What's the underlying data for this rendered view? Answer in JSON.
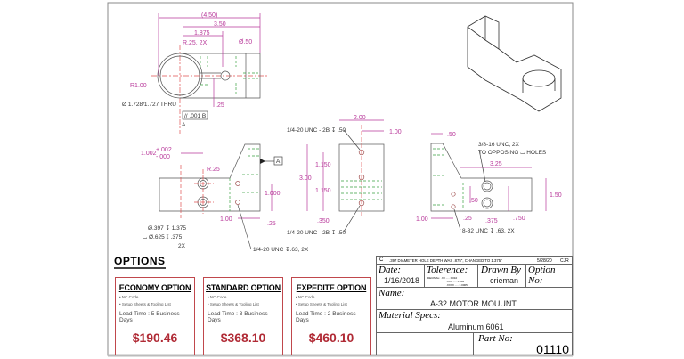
{
  "drawing": {
    "top_view": {
      "d450": "(4.50)",
      "d350": "3.50",
      "d1875": "1.875",
      "r25": "R.25, 2X",
      "d50": "Ø.50",
      "r100": "R1.00",
      "bore": "Ø 1.728/1.727 THRU",
      "d25": ".25",
      "fcf": "// .001 B",
      "datum_a": "A"
    },
    "front_view": {
      "d1002": "1.002",
      "tol_plus": "+.002",
      "tol_minus": "-.000",
      "r25": "R.25",
      "datum": "A",
      "d1000": "1.000",
      "d100": "1.00",
      "d25": ".25",
      "cbore1": "Ø.397 ↧ 1.375",
      "cbore2": "⌴ Ø.625 ↧ .375",
      "cbore3": "2X",
      "tap": "1/4-20 UNC ↧.63, 2X"
    },
    "side_view": {
      "d200": "2.00",
      "d100": "1.00",
      "tap_top": "1/4-20 UNC - 2B ↧ .50",
      "d300": "3.00",
      "d1150a": "1.150",
      "d1150b": "1.150",
      "d350": ".350",
      "tap_bot": "1/4-20 UNC - 2B ↧ .50"
    },
    "right_view": {
      "d50": ".50",
      "tap1": "3/8-16 UNC, 2X",
      "tap2": "TO OPPOSING ⌴ HOLES",
      "d325": "3.25",
      "d150": "1.50",
      "d50b": ".50",
      "d25": ".25",
      "d375": ".375",
      "d750": ".750",
      "d100": "1.00",
      "tap3": "8-32 UNC ↧ .63, 2X"
    }
  },
  "options": {
    "title": "OPTIONS",
    "cards": [
      {
        "title": "ECONOMY OPTION",
        "items": [
          "• NC Code",
          "• Setup Sheets & Tooling List"
        ],
        "lead": "Lead Time : 5 Business Days",
        "price": "$190.46"
      },
      {
        "title": "STANDARD OPTION",
        "items": [
          "• NC Code",
          "• Setup Sheets & Tooling List"
        ],
        "lead": "Lead Time : 3 Business Days",
        "price": "$368.10"
      },
      {
        "title": "EXPEDITE OPTION",
        "items": [
          "• NC Code",
          "• Setup Sheets & Tooling List"
        ],
        "lead": "Lead Time : 2 Business Days",
        "price": "$460.10"
      }
    ]
  },
  "title_block": {
    "rev": {
      "letter": "C",
      "desc": ".397 DIAMETER HOLE DEPTH WAS .875\", CHANGED TO 1.375\"",
      "date": "5/28/20",
      "by": "CJR"
    },
    "date_label": "Date:",
    "date": "1/16/2018",
    "tol_label": "Tolerence:",
    "tol_lines": [
      "DECIMAL:  .XX ..... ±.010",
      ".XXX ..... ±.005",
      ".XXXX ..... ±.0005"
    ],
    "drawn_label": "Drawn By",
    "drawn": "crieman",
    "option_label": "Option No:",
    "name_label": "Name:",
    "name": "A-32 MOTOR MOUUNT",
    "material_label": "Material Specs:",
    "material": "Aluminum 6061",
    "part_label": "Part No:",
    "part": "01110"
  },
  "colors": {
    "dim": "#b8389a",
    "center": "#e05050",
    "hidden": "#3aa040",
    "price": "#b02a35"
  }
}
